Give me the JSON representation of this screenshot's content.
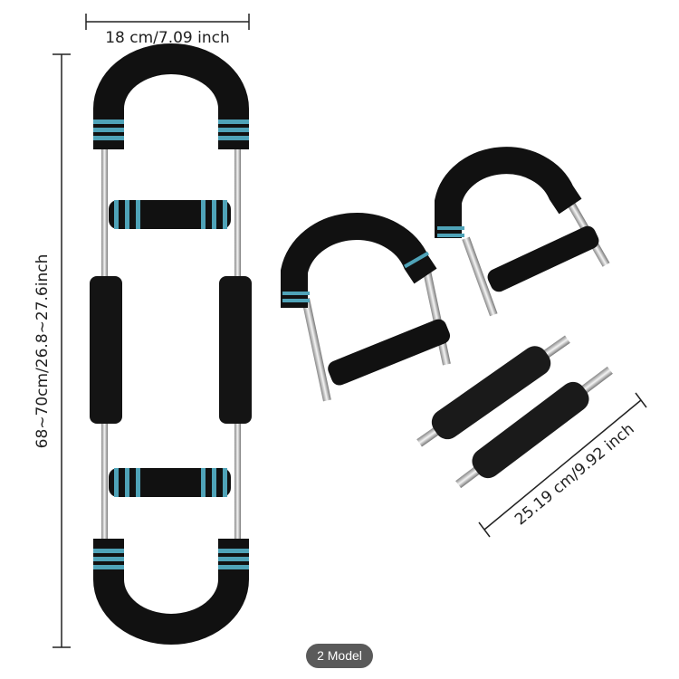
{
  "dimensions": {
    "width": "18 cm/7.09 inch",
    "length": "68~70cm/26.8~27.6inch",
    "bar_length": "25.19 cm/9.92 inch"
  },
  "badge": {
    "label": "2 Model"
  },
  "colors": {
    "foam": "#111111",
    "accent": "#4fa3b8",
    "steel": "#c8c8c8",
    "line": "#222222"
  }
}
